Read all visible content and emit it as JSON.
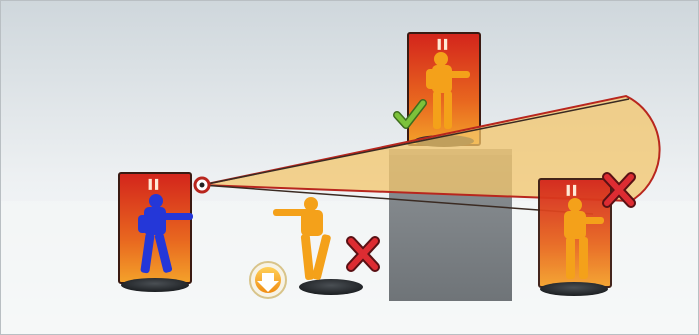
{
  "scene": {
    "title": "",
    "colors": {
      "sky_top": "#d9dfe3",
      "sky_bottom": "#f5f7f8",
      "floor": "#f2f4f5",
      "card_red": "#d4271d",
      "card_orange": "#f08a1c",
      "friendly_blue": "#2437d8",
      "enemy_orange": "#f39a16",
      "fov_fill": "#f3c56b",
      "fov_edge": "#b8261e",
      "wall": "#7f8589",
      "check_green": "#6fb632",
      "cross_red": "#d8292e"
    },
    "shooter": {
      "name": "blue-trooper",
      "card_icon": "pause-glyph",
      "card_text": "▌▌"
    },
    "targets": [
      {
        "name": "orange-trooper-on-block",
        "status": "visible",
        "marker": "check-mark",
        "card_text": "▌▌"
      },
      {
        "name": "orange-trooper-aiming",
        "status": "blocked",
        "marker": "x-mark",
        "card_text": ""
      },
      {
        "name": "orange-trooper-right",
        "status": "blocked",
        "marker": "x-mark",
        "card_text": "▌▌"
      }
    ],
    "prone_token": {
      "icon": "down-arrow-icon",
      "color": "#f5a81c"
    }
  }
}
